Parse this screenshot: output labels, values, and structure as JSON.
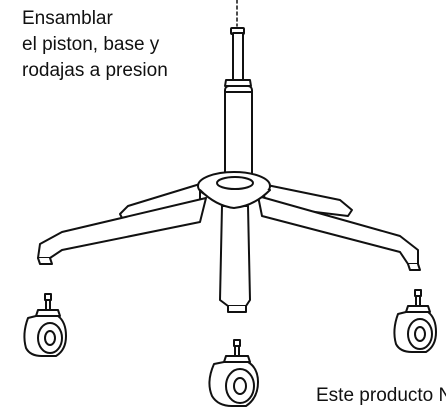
{
  "instruction": {
    "lines": [
      "Ensamblar",
      "el piston, base y",
      "rodajas a presion"
    ]
  },
  "footer": {
    "text": "Este producto N"
  },
  "parts": [
    "gas-piston",
    "star-base",
    "caster-left",
    "caster-center",
    "caster-right"
  ],
  "colors": {
    "line": "#111111",
    "background": "#ffffff"
  }
}
